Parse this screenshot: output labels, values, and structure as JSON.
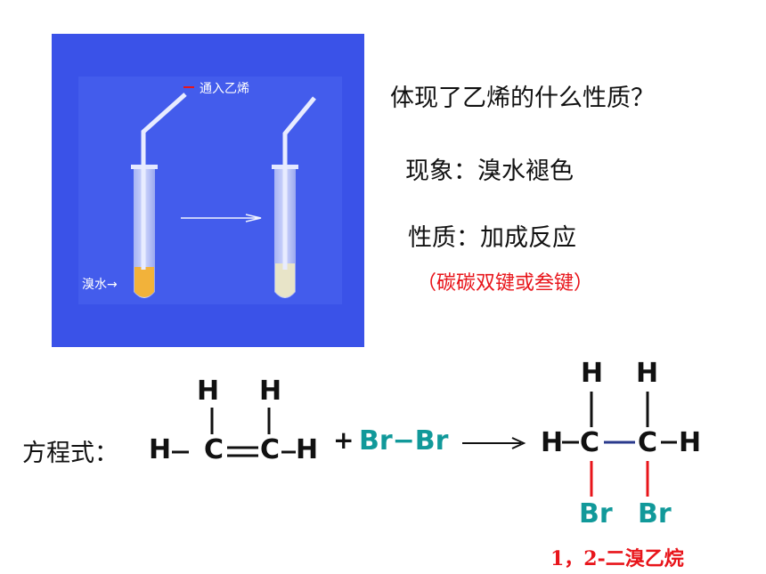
{
  "photo": {
    "label_gas": "通入乙烯",
    "label_water": "溴水→"
  },
  "question": "体现了乙烯的什么性质？",
  "phenomenon": "现象：溴水褪色",
  "property": "性质：加成反应",
  "note": "（碳碳双键或叁键）",
  "equation_label": "方程式：",
  "ethylene": {
    "h_top_1": "H",
    "h_top_2": "H",
    "h_left": "H",
    "c1": "C",
    "c2": "C",
    "h_right": "H"
  },
  "plus": "+",
  "reagent": "Br−Br",
  "product": {
    "h_top_1": "H",
    "h_top_2": "H",
    "h_left": "H",
    "c1": "C",
    "c2": "C",
    "h_right": "H",
    "br_1": "Br",
    "br_2": "Br"
  },
  "product_name": "1，2-二溴乙烷",
  "colors": {
    "photo_bg": "#3a52e8",
    "accent_red": "#e8141a",
    "bromine_teal": "#11999a",
    "bond_blue": "#2a3a8c"
  }
}
